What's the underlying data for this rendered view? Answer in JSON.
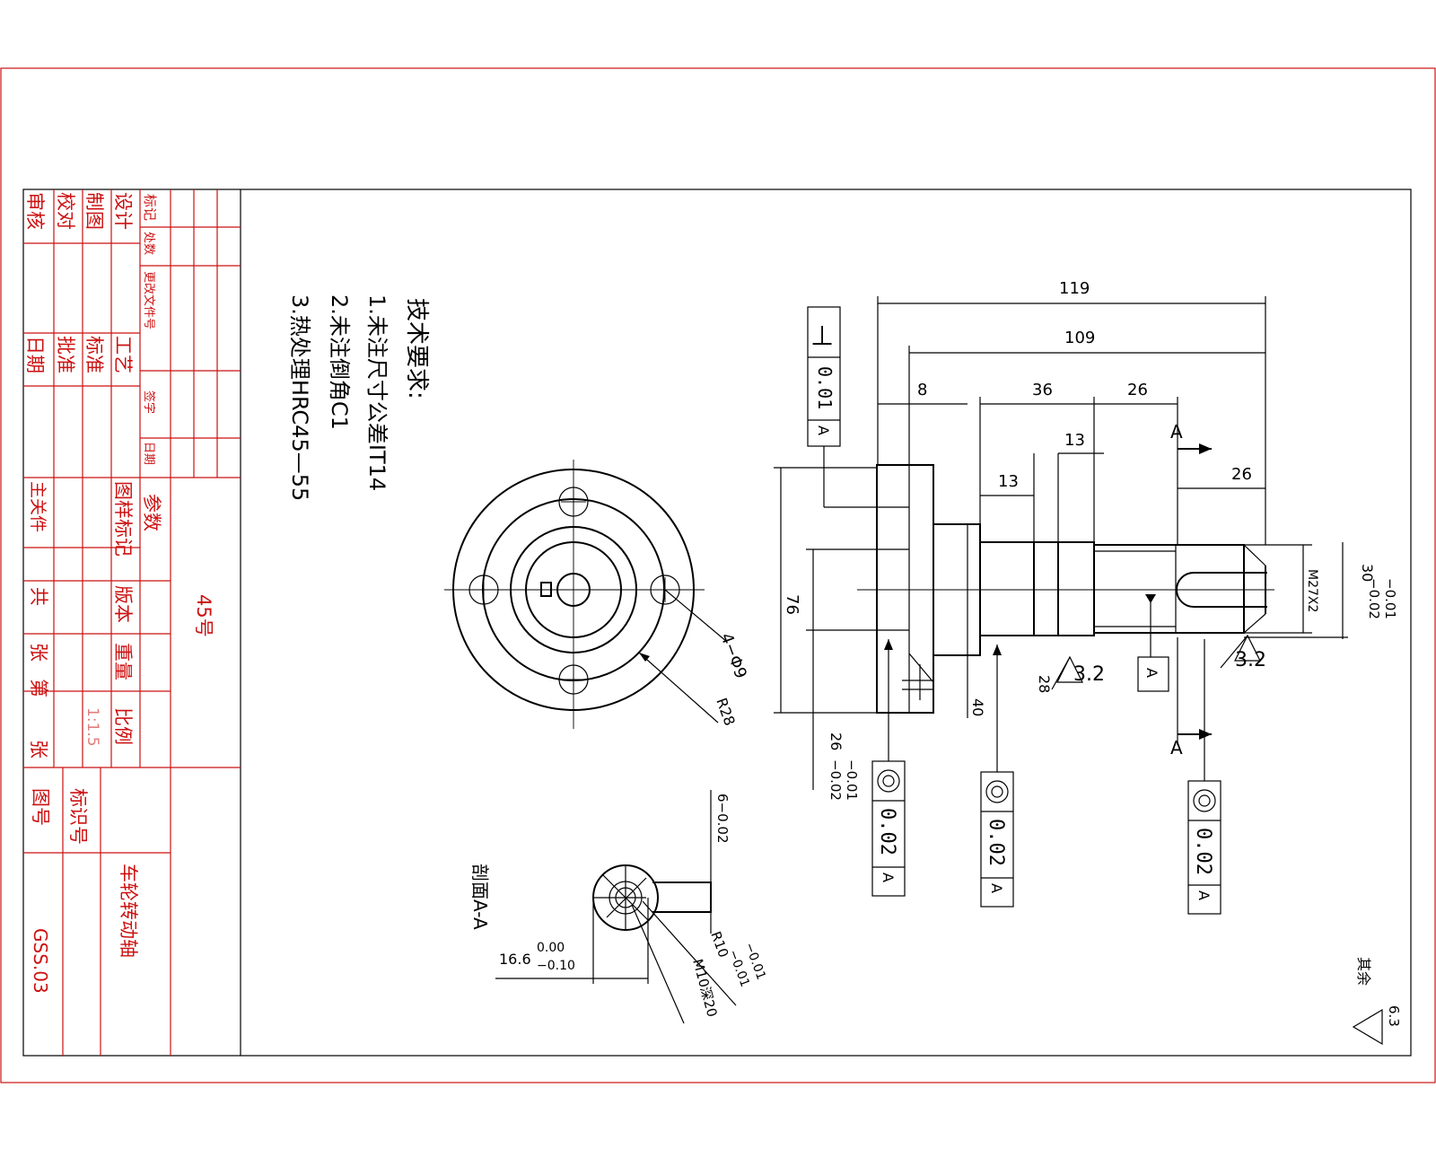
{
  "drawing": {
    "title": "车轮转动轴",
    "drawing_number": "GSS.03",
    "material": "45号",
    "scale": "1:1.5",
    "tech_requirements": {
      "heading": "技术要求:",
      "items": [
        "1.未注尺寸公差IT14",
        "2.未注倒角C1",
        "3.热处理HRC45—55"
      ]
    },
    "section_title": "剖面A-A",
    "remaining_roughness": {
      "label": "其余",
      "value": "6.3"
    }
  },
  "title_block": {
    "revision_headers": [
      "标记",
      "处数",
      "更改文件号",
      "签字",
      "日期"
    ],
    "roles": [
      "设计",
      "制图",
      "校对",
      "审核"
    ],
    "roles2": [
      "工艺",
      "标准",
      "批准",
      "日期"
    ],
    "params_label": "参数",
    "cols": [
      "图样标记",
      "版本",
      "重量",
      "比例"
    ],
    "main_flag": "主关件",
    "total": "共",
    "sheets": "张",
    "sheet_no": "第",
    "sheets2": "张",
    "id_label": "标识号",
    "drawing_no_label": "图号"
  },
  "dimensions": {
    "d119": "119",
    "d109": "109",
    "d8": "8",
    "d36": "36",
    "d26a": "26",
    "d13a": "13",
    "d13b": "13",
    "d26b": "26",
    "phi76": "76",
    "phi26": "26",
    "tol26_up": "−0.01",
    "tol26_dn": "−0.02",
    "phi40": "40",
    "phi28": "28",
    "m27": "M27X2",
    "phi30": "30",
    "tol30_up": "−0.01",
    "tol30_dn": "−0.02",
    "holes": "4−Φ9",
    "r28": "R28",
    "rough_a": "3.2",
    "rough_b": "3.2",
    "sec_a": "A",
    "sec_b": "A",
    "key_w": "6−0.02",
    "r10": "R10",
    "r10_tol_up": "−0.01",
    "r10_tol_dn": "−0.01",
    "m10": "M10深20",
    "d166": "16.6",
    "d166_up": "0.00",
    "d166_dn": "−0.10"
  },
  "tolerances": [
    {
      "symbol": "⊥",
      "value": "0.01",
      "datum": "A"
    },
    {
      "symbol": "◎",
      "value": "0.02",
      "datum": "A"
    },
    {
      "symbol": "◎",
      "value": "0.02",
      "datum": "A"
    },
    {
      "symbol": "◎",
      "value": "0.02",
      "datum": "A"
    }
  ],
  "datum_box": "A"
}
